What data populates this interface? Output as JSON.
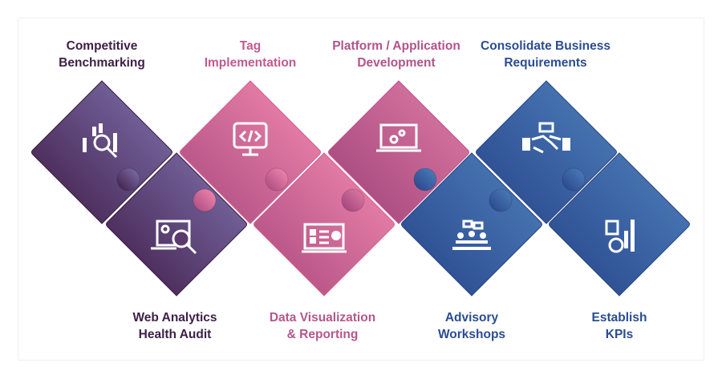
{
  "steps": [
    {
      "line1": "Competitive",
      "line2": "Benchmarking",
      "icon": "analytics-magnifier-icon",
      "color": "#3d1f47"
    },
    {
      "line1": "Web Analytics",
      "line2": "Health Audit",
      "icon": "laptop-audit-icon",
      "color": "#3d1f47"
    },
    {
      "line1": "Tag",
      "line2": "Implementation",
      "icon": "code-monitor-icon",
      "color": "#c25a8e"
    },
    {
      "line1": "Data Visualization",
      "line2": "& Reporting",
      "icon": "dashboard-laptop-icon",
      "color": "#b5578a"
    },
    {
      "line1": "Platform / Application",
      "line2": "Development",
      "icon": "laptop-gears-icon",
      "color": "#b0548a"
    },
    {
      "line1": "Advisory",
      "line2": "Workshops",
      "icon": "workshop-people-icon",
      "color": "#2a4c92"
    },
    {
      "line1": "Consolidate Business",
      "line2": "Requirements",
      "icon": "handshake-icon",
      "color": "#2a4c92"
    },
    {
      "line1": "Establish",
      "line2": "KPIs",
      "icon": "kpi-chart-icon",
      "color": "#2a4c92"
    }
  ]
}
